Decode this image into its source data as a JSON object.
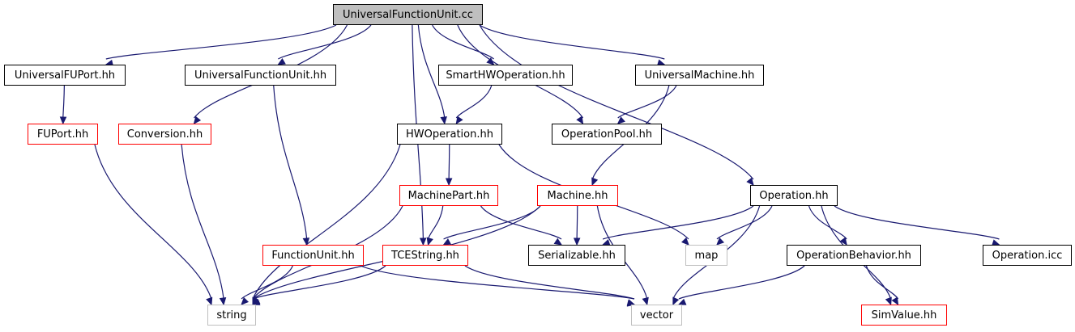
{
  "colors": {
    "edge": "#191970",
    "root_fill": "#bfbfbf",
    "default_border": "#000000",
    "incomplete_border": "#ff0000",
    "system_border": "#bfbfbf"
  },
  "nodes": {
    "UniversalFunctionUnit_cc": {
      "label": "UniversalFunctionUnit.cc",
      "style": "root"
    },
    "UniversalFUPort_hh": {
      "label": "UniversalFUPort.hh",
      "style": "default"
    },
    "UniversalFunctionUnit_hh": {
      "label": "UniversalFunctionUnit.hh",
      "style": "default"
    },
    "SmartHWOperation_hh": {
      "label": "SmartHWOperation.hh",
      "style": "default"
    },
    "UniversalMachine_hh": {
      "label": "UniversalMachine.hh",
      "style": "default"
    },
    "FUPort_hh": {
      "label": "FUPort.hh",
      "style": "red"
    },
    "Conversion_hh": {
      "label": "Conversion.hh",
      "style": "red"
    },
    "HWOperation_hh": {
      "label": "HWOperation.hh",
      "style": "default"
    },
    "OperationPool_hh": {
      "label": "OperationPool.hh",
      "style": "default"
    },
    "MachinePart_hh": {
      "label": "MachinePart.hh",
      "style": "red"
    },
    "Machine_hh": {
      "label": "Machine.hh",
      "style": "red"
    },
    "Operation_hh": {
      "label": "Operation.hh",
      "style": "default"
    },
    "FunctionUnit_hh": {
      "label": "FunctionUnit.hh",
      "style": "red"
    },
    "TCEString_hh": {
      "label": "TCEString.hh",
      "style": "red"
    },
    "Serializable_hh": {
      "label": "Serializable.hh",
      "style": "default"
    },
    "map": {
      "label": "map",
      "style": "gray"
    },
    "OperationBehavior_hh": {
      "label": "OperationBehavior.hh",
      "style": "default"
    },
    "Operation_icc": {
      "label": "Operation.icc",
      "style": "default"
    },
    "string": {
      "label": "string",
      "style": "gray"
    },
    "vector": {
      "label": "vector",
      "style": "gray"
    },
    "SimValue_hh": {
      "label": "SimValue.hh",
      "style": "red"
    }
  },
  "edges": [
    [
      "UniversalFunctionUnit_cc",
      "UniversalFUPort_hh"
    ],
    [
      "UniversalFunctionUnit_cc",
      "UniversalFunctionUnit_hh"
    ],
    [
      "UniversalFunctionUnit_cc",
      "SmartHWOperation_hh"
    ],
    [
      "UniversalFunctionUnit_cc",
      "UniversalMachine_hh"
    ],
    [
      "UniversalFunctionUnit_cc",
      "Conversion_hh"
    ],
    [
      "UniversalFunctionUnit_cc",
      "HWOperation_hh"
    ],
    [
      "UniversalFunctionUnit_cc",
      "OperationPool_hh"
    ],
    [
      "UniversalFunctionUnit_cc",
      "TCEString_hh"
    ],
    [
      "UniversalFunctionUnit_cc",
      "Operation_hh"
    ],
    [
      "UniversalFUPort_hh",
      "FUPort_hh"
    ],
    [
      "FUPort_hh",
      "string"
    ],
    [
      "Conversion_hh",
      "string"
    ],
    [
      "UniversalFunctionUnit_hh",
      "FunctionUnit_hh"
    ],
    [
      "SmartHWOperation_hh",
      "HWOperation_hh"
    ],
    [
      "UniversalMachine_hh",
      "OperationPool_hh"
    ],
    [
      "UniversalMachine_hh",
      "Machine_hh"
    ],
    [
      "HWOperation_hh",
      "MachinePart_hh"
    ],
    [
      "HWOperation_hh",
      "string"
    ],
    [
      "HWOperation_hh",
      "map"
    ],
    [
      "MachinePart_hh",
      "TCEString_hh"
    ],
    [
      "MachinePart_hh",
      "Serializable_hh"
    ],
    [
      "MachinePart_hh",
      "string"
    ],
    [
      "Machine_hh",
      "TCEString_hh"
    ],
    [
      "Machine_hh",
      "Serializable_hh"
    ],
    [
      "Machine_hh",
      "string"
    ],
    [
      "Machine_hh",
      "vector"
    ],
    [
      "FunctionUnit_hh",
      "string"
    ],
    [
      "FunctionUnit_hh",
      "vector"
    ],
    [
      "TCEString_hh",
      "string"
    ],
    [
      "TCEString_hh",
      "vector"
    ],
    [
      "Operation_hh",
      "Serializable_hh"
    ],
    [
      "Operation_hh",
      "map"
    ],
    [
      "Operation_hh",
      "vector"
    ],
    [
      "Operation_hh",
      "OperationBehavior_hh"
    ],
    [
      "Operation_hh",
      "Operation_icc"
    ],
    [
      "Operation_hh",
      "SimValue_hh"
    ],
    [
      "OperationBehavior_hh",
      "vector"
    ],
    [
      "OperationBehavior_hh",
      "SimValue_hh"
    ]
  ]
}
